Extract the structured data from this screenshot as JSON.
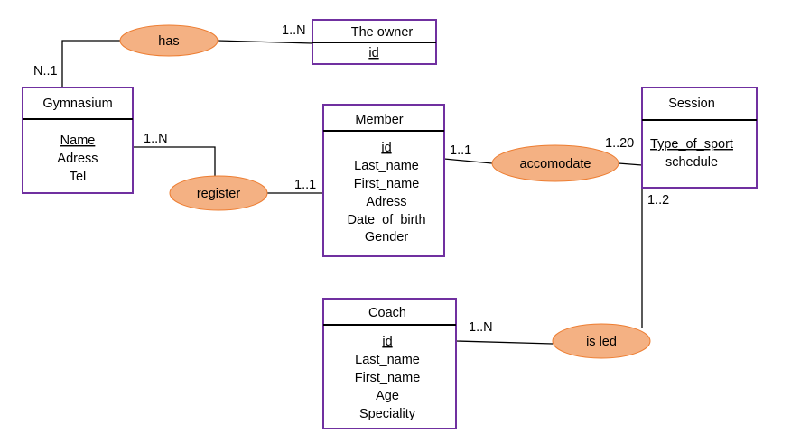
{
  "entities": {
    "gymnasium": {
      "title": "Gymnasium",
      "attributes": [
        "Name",
        "Adress",
        "Tel"
      ],
      "keys": [
        "Name"
      ]
    },
    "owner": {
      "title": "The owner",
      "attributes": [
        "id"
      ],
      "keys": [
        "id"
      ]
    },
    "member": {
      "title": "Member",
      "attributes": [
        "id",
        "Last_name",
        "First_name",
        "Adress",
        "Date_of_birth",
        "Gender"
      ],
      "keys": [
        "id"
      ]
    },
    "session": {
      "title": "Session",
      "attributes": [
        "Type_of_sport",
        "schedule"
      ],
      "keys": [
        "Type_of_sport"
      ]
    },
    "coach": {
      "title": "Coach",
      "attributes": [
        "id",
        "Last_name",
        "First_name",
        "Age",
        "Speciality"
      ],
      "keys": [
        "id"
      ]
    }
  },
  "relationships": {
    "has": "has",
    "register": "register",
    "accomodate": "accomodate",
    "is_led": "is led"
  },
  "cardinalities": {
    "has_gymnasium": "N..1",
    "has_owner": "1..N",
    "register_gymnasium": "1..N",
    "register_member": "1..1",
    "accomodate_member": "1..1",
    "accomodate_session": "1..20",
    "is_led_session": "1..2",
    "is_led_coach": "1..N"
  },
  "colors": {
    "entity_border": "#7030a0",
    "relationship_fill": "#f4b183",
    "relationship_border": "#ed7d31"
  }
}
